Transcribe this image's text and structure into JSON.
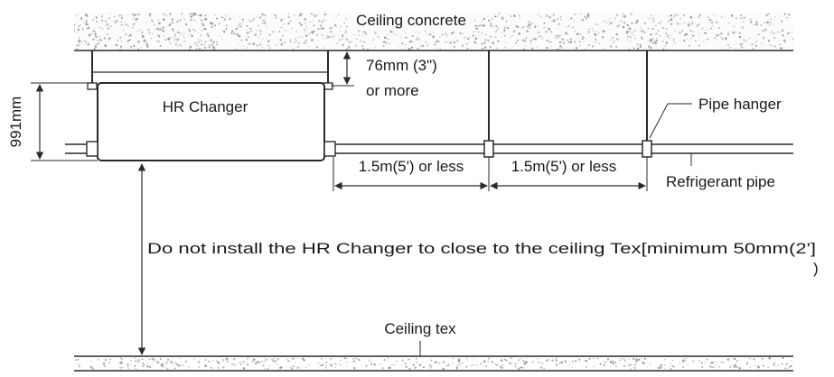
{
  "labels": {
    "ceiling_concrete": "Ceiling concrete",
    "hr_changer": "HR Changer",
    "clearance_line1": "76mm (3\")",
    "clearance_line2": "or more",
    "height_dim": "991mm",
    "pipe_hanger": "Pipe hanger",
    "spacing_1": "1.5m(5') or less",
    "spacing_2": "1.5m(5') or less",
    "refrigerant_pipe": "Refrigerant pipe",
    "warning_line1": "Do not install the HR Changer to close to the ceiling Tex[minimum 50mm(2']",
    "warning_line2": ")",
    "ceiling_tex": "Ceiling tex"
  },
  "colors": {
    "line": "#2a2a2a",
    "speckle": "#8a8a8a",
    "text": "#1a1a1a"
  }
}
